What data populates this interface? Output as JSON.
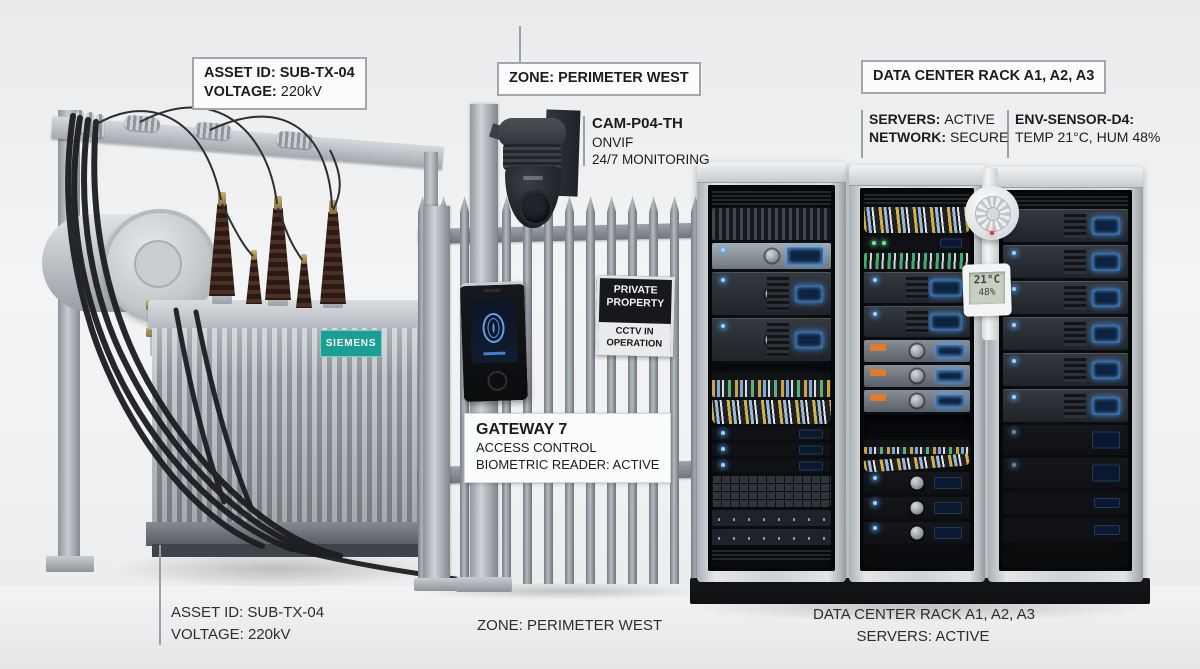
{
  "transformer": {
    "asset_box": {
      "line1": "ASSET ID: SUB-TX-04",
      "voltage_label": "VOLTAGE:",
      "voltage_value": "220kV"
    },
    "brand_plate": "SIEMENS",
    "caption_line1": "ASSET ID: SUB-TX-04",
    "caption_line2": "VOLTAGE: 220kV"
  },
  "perimeter": {
    "zone_box_label": "ZONE: PERIMETER WEST",
    "camera_callout": {
      "title": "CAM-P04-TH",
      "line2": "ONVIF",
      "line3": "24/7 MONITORING"
    },
    "warning_sign": {
      "top": "PRIVATE PROPERTY",
      "bottom": "CCTV IN OPERATION"
    },
    "gateway_box": {
      "title": "GATEWAY 7",
      "line2": "ACCESS CONTROL",
      "line3": "BIOMETRIC READER: ACTIVE"
    },
    "caption": "ZONE: PERIMETER WEST"
  },
  "datacenter": {
    "rack_box_label": "DATA CENTER RACK A1, A2, A3",
    "status_callout": {
      "servers_label": "SERVERS:",
      "servers_value": "ACTIVE",
      "network_label": "NETWORK:",
      "network_value": "SECURE"
    },
    "env_callout": {
      "title": "ENV-SENSOR-D4:",
      "line2": "TEMP 21°C, HUM 48%"
    },
    "sensor_lcd": {
      "temp": "21°C",
      "hum": "48%"
    },
    "caption_line1": "DATA CENTER RACK A1, A2, A3",
    "caption_line2": "SERVERS: ACTIVE"
  },
  "colors": {
    "siemens_teal": "#1b9e94",
    "led_blue": "#5fa8ff",
    "sign_black": "#16181b"
  }
}
